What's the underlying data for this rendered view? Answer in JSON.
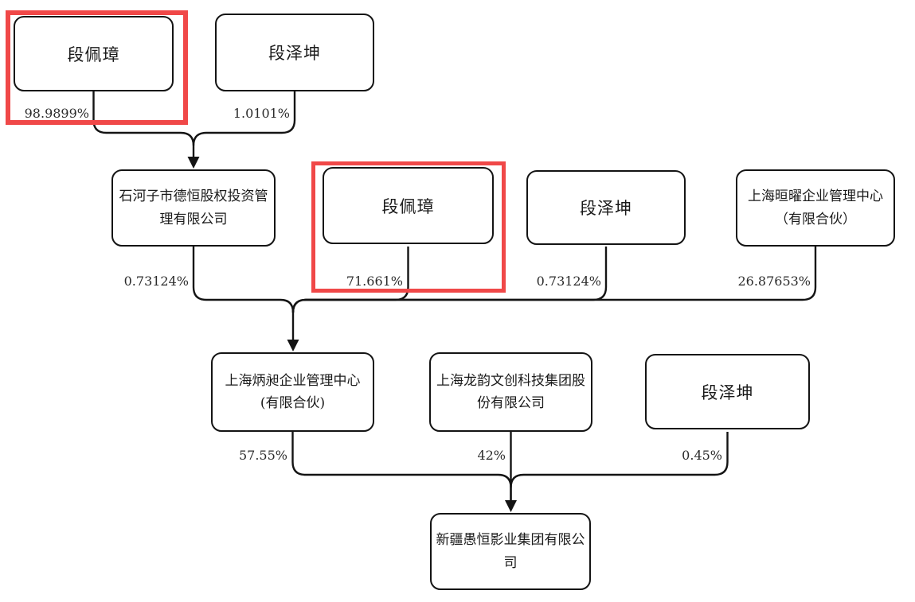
{
  "diagram": {
    "type": "equity-ownership-structure",
    "background_color": "#ffffff",
    "box_border_color": "#141414",
    "line_color": "#141414",
    "highlight_color": "#f04848",
    "nodes": [
      {
        "id": "duan-peizhang-1",
        "label": "段佩璋",
        "kind": "person",
        "highlighted": true
      },
      {
        "id": "duan-zekun-1",
        "label": "段泽坤",
        "kind": "person",
        "highlighted": false
      },
      {
        "id": "shihezi-deheng",
        "label": "石河子市德恒股权投资管\n理有限公司",
        "kind": "company",
        "highlighted": false
      },
      {
        "id": "duan-peizhang-2",
        "label": "段佩璋",
        "kind": "person",
        "highlighted": true
      },
      {
        "id": "duan-zekun-2",
        "label": "段泽坤",
        "kind": "person",
        "highlighted": false
      },
      {
        "id": "shanghai-xuanyao",
        "label": "上海晅曜企业管理中心\n（有限合伙）",
        "kind": "company",
        "highlighted": false
      },
      {
        "id": "shanghai-bingchang",
        "label": "上海炳昶企业管理中心\n(有限合伙)",
        "kind": "company",
        "highlighted": false
      },
      {
        "id": "shanghai-longyun",
        "label": "上海龙韵文创科技集团股\n份有限公司",
        "kind": "company",
        "highlighted": false
      },
      {
        "id": "duan-zekun-3",
        "label": "段泽坤",
        "kind": "person",
        "highlighted": false
      },
      {
        "id": "xinjiang-yuheng",
        "label": "新疆愚恒影业集团有限公\n司",
        "kind": "company",
        "highlighted": false
      }
    ],
    "edges": [
      {
        "from": "duan-peizhang-1",
        "to": "shihezi-deheng",
        "percent": "98.9899%"
      },
      {
        "from": "duan-zekun-1",
        "to": "shihezi-deheng",
        "percent": "1.0101%"
      },
      {
        "from": "shihezi-deheng",
        "to": "shanghai-bingchang",
        "percent": "0.73124%"
      },
      {
        "from": "duan-peizhang-2",
        "to": "shanghai-bingchang",
        "percent": "71.661%"
      },
      {
        "from": "duan-zekun-2",
        "to": "shanghai-bingchang",
        "percent": "0.73124%"
      },
      {
        "from": "shanghai-xuanyao",
        "to": "shanghai-bingchang",
        "percent": "26.87653%"
      },
      {
        "from": "shanghai-bingchang",
        "to": "xinjiang-yuheng",
        "percent": "57.55%"
      },
      {
        "from": "shanghai-longyun",
        "to": "xinjiang-yuheng",
        "percent": "42%"
      },
      {
        "from": "duan-zekun-3",
        "to": "xinjiang-yuheng",
        "percent": "0.45%"
      }
    ]
  }
}
